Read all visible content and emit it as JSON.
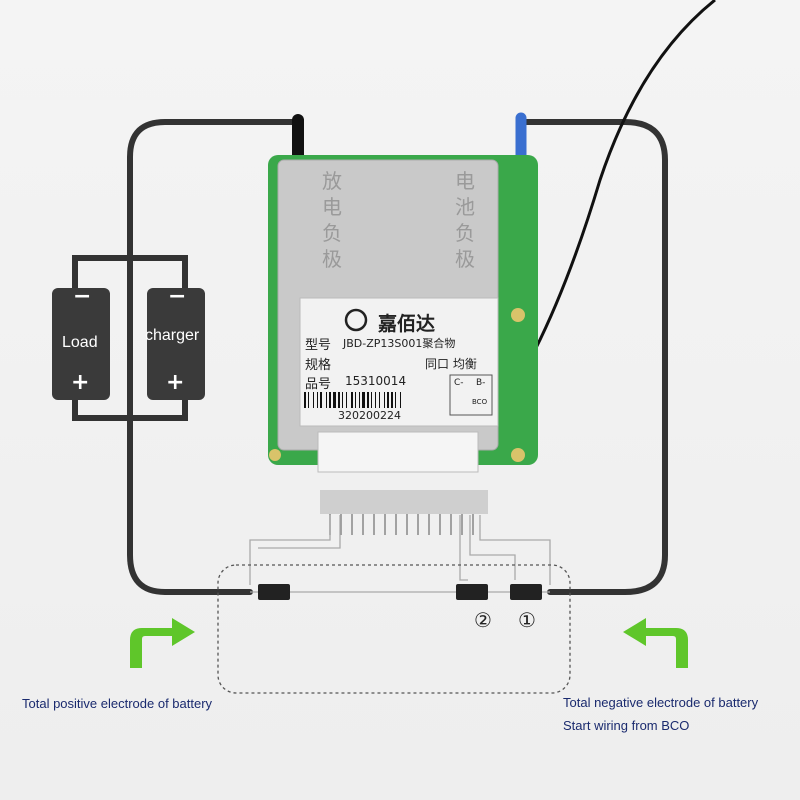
{
  "load": {
    "label": "Load",
    "neg": "−",
    "pos": "+"
  },
  "charger": {
    "label": "charger",
    "neg": "−",
    "pos": "+"
  },
  "board": {
    "pad_left_text": "放电负极",
    "pad_right_text": "电池负极",
    "brand": "嘉佰达",
    "model_key": "型号",
    "model_val": "JBD-ZP13S001聚合物",
    "spec_key": "规格",
    "spec_val": "同口 均衡",
    "part_key": "品号",
    "part_val": "15310014",
    "barcode_num": "320200224",
    "c_minus": "C-",
    "b_minus": "B-",
    "bco": "BCO"
  },
  "connectors": {
    "one": "①",
    "two": "②"
  },
  "captions": {
    "positive": "Total positive electrode of battery",
    "negative": "Total negative electrode of battery",
    "start": "Start wiring from BCO"
  },
  "colors": {
    "arrow": "#5fc62a",
    "wire": "#333333",
    "pcb": "#3aa84a",
    "caption": "#1a2a6e"
  }
}
